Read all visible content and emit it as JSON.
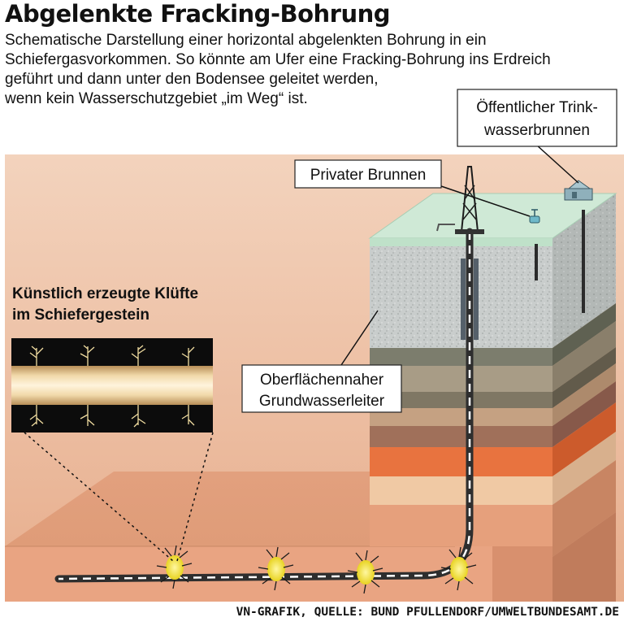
{
  "header": {
    "title": "Abgelenkte Fracking-Bohrung",
    "subtitle_lines": [
      "Schematische Darstellung einer horizontal abgelenkten Bohrung in ein",
      "Schiefergasvorkommen. So könnte am Ufer eine Fracking-Bohrung ins Erdreich",
      "geführt und dann unter den Bodensee geleitet werden,",
      "wenn kein Wasserschutzgebiet „im Weg“ ist."
    ]
  },
  "labels": {
    "public_well": [
      "Öffentlicher Trink-",
      "wasserbrunnen"
    ],
    "private_well": "Privater Brunnen",
    "aquifer": [
      "Oberflächennaher",
      "Grundwasserleiter"
    ],
    "fractures": [
      "Künstlich erzeugte Klüfte",
      "im Schiefergestein"
    ]
  },
  "icons": [
    "drilling-rig-icon",
    "private-well-icon",
    "public-well-icon",
    "fracture-burst-icon"
  ],
  "colors": {
    "surface": "#cfe9d6",
    "aquifer_stone": "#c8cccc",
    "shale_base": "#e0a382",
    "layer_orange": "#e8733f",
    "pipe": "#3a3a3a"
  },
  "footer": {
    "credit": "VN-GRAFIK, QUELLE: BUND PFULLENDORF/UMWELTBUNDESAMT.DE"
  }
}
